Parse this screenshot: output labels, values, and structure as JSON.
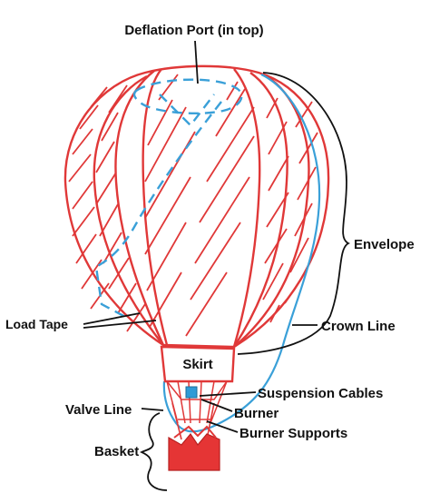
{
  "labels": {
    "deflation_port": "Deflation Port (in top)",
    "envelope": "Envelope",
    "crown_line": "Crown Line",
    "load_tape": "Load Tape",
    "skirt": "Skirt",
    "suspension_cables": "Suspension Cables",
    "valve_line": "Valve Line",
    "burner": "Burner",
    "burner_supports": "Burner Supports",
    "basket": "Basket"
  },
  "colors": {
    "envelope_stroke": "#e03838",
    "crown_line": "#3aa0d8",
    "basket_fill": "#e53535",
    "burner_fill": "#2f9bd6",
    "label_text": "#111111",
    "annotation": "#111111"
  }
}
